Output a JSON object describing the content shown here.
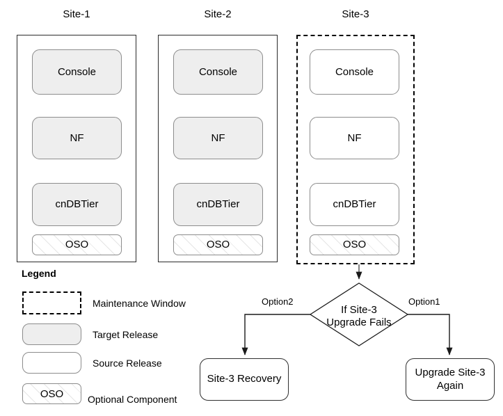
{
  "diagram": {
    "type": "flowchart",
    "sites": [
      {
        "title": "Site-1",
        "style": "solid",
        "components": [
          {
            "label": "Console",
            "style": "target"
          },
          {
            "label": "NF",
            "style": "target"
          },
          {
            "label": "cnDBTier",
            "style": "target"
          },
          {
            "label": "OSO",
            "style": "optional"
          }
        ]
      },
      {
        "title": "Site-2",
        "style": "solid",
        "components": [
          {
            "label": "Console",
            "style": "target"
          },
          {
            "label": "NF",
            "style": "target"
          },
          {
            "label": "cnDBTier",
            "style": "target"
          },
          {
            "label": "OSO",
            "style": "optional"
          }
        ]
      },
      {
        "title": "Site-3",
        "style": "dashed",
        "components": [
          {
            "label": "Console",
            "style": "source"
          },
          {
            "label": "NF",
            "style": "source"
          },
          {
            "label": "cnDBTier",
            "style": "source"
          },
          {
            "label": "OSO",
            "style": "optional"
          }
        ]
      }
    ],
    "legend": {
      "title": "Legend",
      "items": [
        {
          "swatch": "maintenance-window",
          "label": "Maintenance Window",
          "swatch_text": ""
        },
        {
          "swatch": "target-release",
          "label": "Target Release",
          "swatch_text": ""
        },
        {
          "swatch": "source-release",
          "label": "Source Release",
          "swatch_text": ""
        },
        {
          "swatch": "optional-component",
          "label": "Optional Component",
          "swatch_text": "OSO"
        }
      ]
    },
    "decision": {
      "line1": "If Site-3",
      "line2": "Upgrade Fails"
    },
    "edges": [
      {
        "label": "Option2",
        "target": "Site-3 Recovery"
      },
      {
        "label": "Option1",
        "target": "Upgrade Site-3 Again"
      }
    ],
    "outcomes": [
      {
        "line1": "Site-3 Recovery",
        "line2": ""
      },
      {
        "line1": "Upgrade Site-3",
        "line2": "Again"
      }
    ],
    "colors": {
      "target_fill": "#eeeeee",
      "source_fill": "#ffffff",
      "stroke": "#8c8c8c",
      "frame_stroke": "#2a2a2a",
      "background": "#ffffff"
    }
  }
}
